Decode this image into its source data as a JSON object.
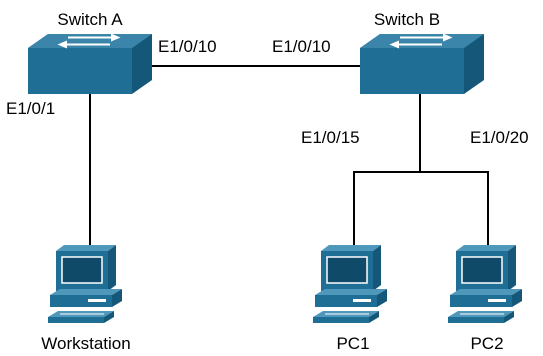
{
  "devices": {
    "switch_a": {
      "name": "Switch A"
    },
    "switch_b": {
      "name": "Switch B"
    },
    "workstation": {
      "name": "Workstation"
    },
    "pc1": {
      "name": "PC1"
    },
    "pc2": {
      "name": "PC2"
    }
  },
  "ports": {
    "a_uplink": "E1/0/10",
    "b_uplink": "E1/0/10",
    "a_down": "E1/0/1",
    "b_pc1": "E1/0/15",
    "b_pc2": "E1/0/20"
  },
  "colors": {
    "device_fill": "#1f6e96",
    "device_dark": "#155778",
    "device_light": "#4f97bb",
    "line": "#000000",
    "arrow": "#ffffff"
  }
}
